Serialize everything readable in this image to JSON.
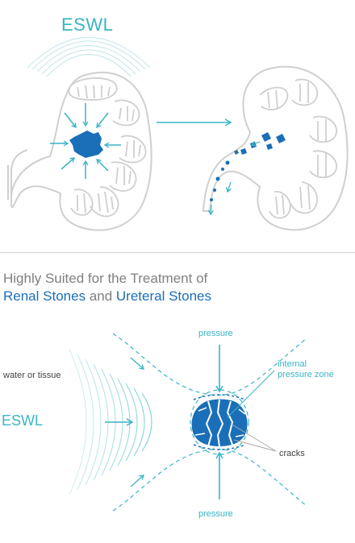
{
  "top": {
    "title": "ESWL"
  },
  "heading": {
    "line1": "Highly Suited for the Treatment of",
    "stone1": "Renal Stones",
    "and": " and ",
    "stone2": "Ureteral Stones"
  },
  "diagram": {
    "medium": "water or tissue",
    "eswl": "ESWL",
    "pressure_top": "pressure",
    "pressure_bottom": "pressure",
    "internal_zone_1": "internal",
    "internal_zone_2": "pressure zone",
    "cracks": "cracks"
  },
  "colors": {
    "teal": "#39b4c4",
    "stone_blue": "#1a6fb8",
    "outline_grey": "#cfcfcf"
  }
}
